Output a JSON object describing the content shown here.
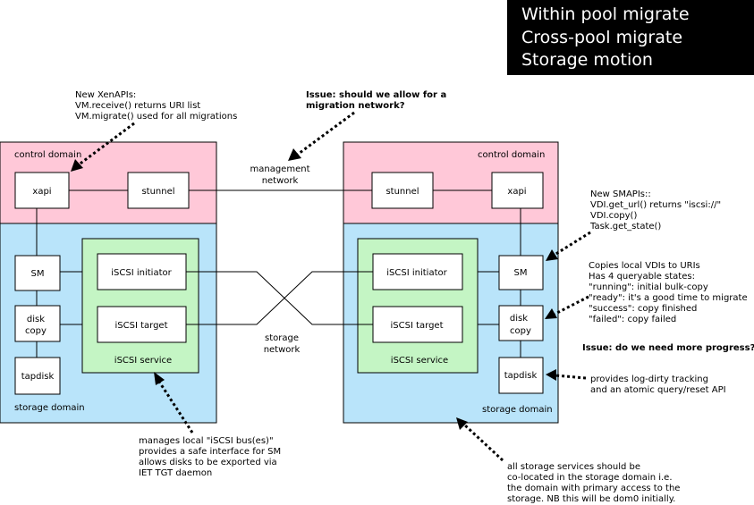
{
  "title_box": {
    "lines": [
      "Within pool migrate",
      "Cross-pool migrate",
      "Storage motion"
    ]
  },
  "left_host": {
    "control_domain_label": "control domain",
    "storage_domain_label": "storage domain",
    "xapi": "xapi",
    "stunnel": "stunnel",
    "sm": "SM",
    "disk_copy": [
      "disk",
      "copy"
    ],
    "tapdisk": "tapdisk",
    "iscsi_initiator": "iSCSI initiator",
    "iscsi_target": "iSCSI target",
    "iscsi_service": "iSCSI service"
  },
  "right_host": {
    "control_domain_label": "control domain",
    "storage_domain_label": "storage domain",
    "xapi": "xapi",
    "stunnel": "stunnel",
    "sm": "SM",
    "disk_copy": [
      "disk",
      "copy"
    ],
    "tapdisk": "tapdisk",
    "iscsi_initiator": "iSCSI initiator",
    "iscsi_target": "iSCSI target",
    "iscsi_service": "iSCSI service"
  },
  "management_network": [
    "management",
    "network"
  ],
  "storage_network": [
    "storage",
    "network"
  ],
  "notes": {
    "xenapis": [
      "New XenAPIs:",
      "VM.receive() returns URI list",
      "VM.migrate() used for all migrations"
    ],
    "migration_issue": [
      "Issue: should we allow for a",
      "migration network?"
    ],
    "smapis": [
      "New SMAPIs::",
      "VDI.get_url() returns \"iscsi://\"",
      "VDI.copy()",
      "Task.get_state()"
    ],
    "copies": [
      "Copies local VDIs to URIs",
      "Has 4 queryable states:",
      "\"running\": initial bulk-copy",
      "\"ready\": it's a good time to migrate",
      "\"success\": copy finished",
      "\"failed\": copy failed"
    ],
    "progress_issue": "Issue: do we need more progress?",
    "tapdisk_note": [
      "provides log-dirty tracking",
      "and an atomic query/reset API"
    ],
    "iscsi_note": [
      "manages local \"iSCSI bus(es)\"",
      "provides a safe interface for SM",
      "allows disks to be exported via",
      "IET TGT daemon"
    ],
    "storage_note": [
      "all storage services should be",
      "co-located in the storage domain i.e.",
      "the domain with primary access to the",
      "storage. NB this will be dom0 initially."
    ]
  }
}
